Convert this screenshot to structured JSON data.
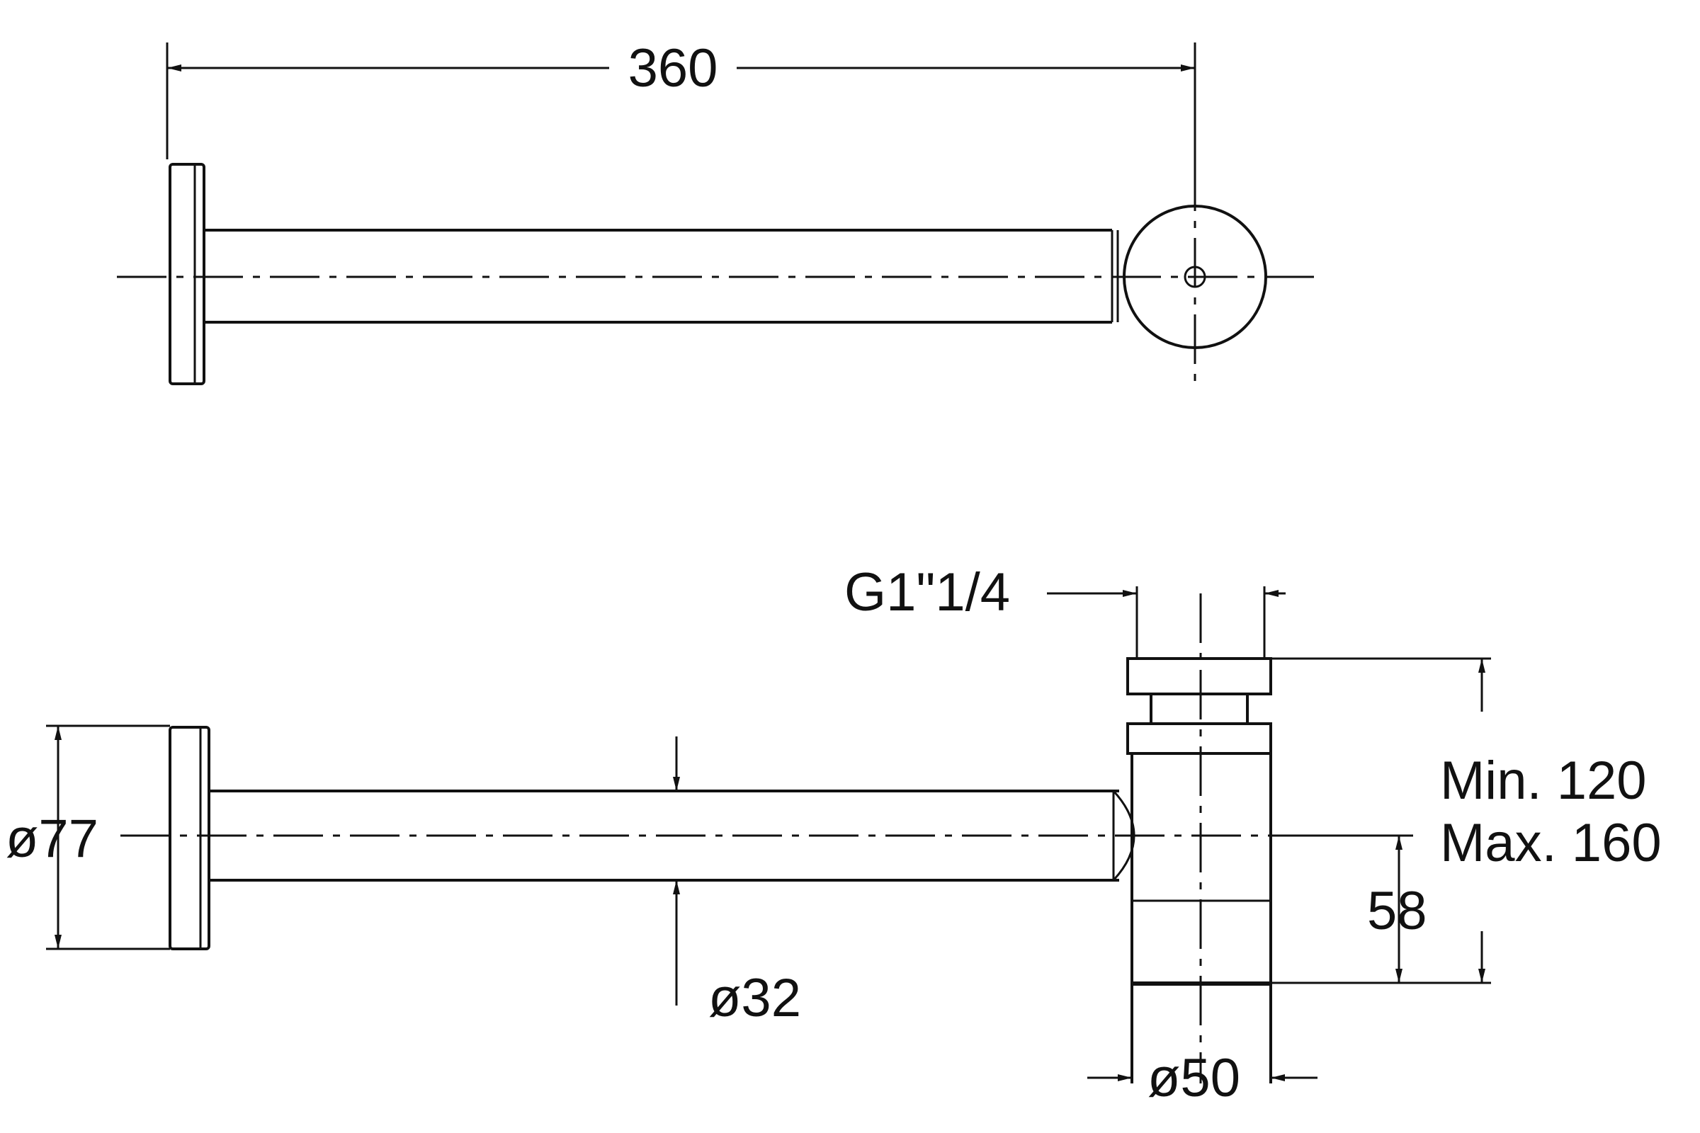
{
  "dimensions": {
    "length": "360",
    "thread": "G1\"1/4",
    "wall_plate_diameter": "ø77",
    "pipe_diameter": "ø32",
    "trap_diameter": "ø50",
    "outlet_height": "58",
    "height_min": "Min. 120",
    "height_max": "Max. 160"
  }
}
